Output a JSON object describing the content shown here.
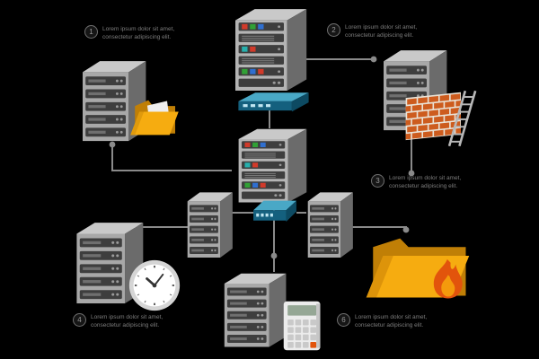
{
  "background": "#000000",
  "callouts": [
    {
      "number": "1",
      "text": "Lorem ipsum dolor sit amet, consectetur adipiscing elit."
    },
    {
      "number": "2",
      "text": "Lorem ipsum dolor sit amet, consectetur adipiscing elit."
    },
    {
      "number": "3",
      "text": "Lorem ipsum dolor sit amet, consectetur adipiscing elit."
    },
    {
      "number": "4",
      "text": "Lorem ipsum dolor sit amet, consectetur adipiscing elit."
    },
    {
      "number": "6",
      "text": "Lorem ipsum dolor sit amet, consectetur adipiscing elit."
    }
  ],
  "icons": [
    "server-tower-top",
    "server-rack-left",
    "yellow-folder",
    "server-rack-right",
    "firewall-bricks-ladder",
    "server-tower-center",
    "network-switch",
    "server-rack-small-left",
    "server-rack-small-right",
    "server-rack-bottom-left",
    "clock",
    "server-rack-bottom-center",
    "calculator",
    "orange-folder-fire"
  ],
  "colors": {
    "rack_body": "#a8a8a8",
    "rack_top": "#c9c9c9",
    "rack_side": "#6b6b6b",
    "slat_dark": "#3e3e3e",
    "switch_top": "#49a8c6",
    "switch_front": "#14607e",
    "switch_side": "#0d4a62",
    "folder_front": "#f6ac10",
    "folder_back": "#c07f06",
    "flame": "#e2540c",
    "flame_inner": "#f49a0c",
    "brick": "#cd5c1e",
    "mortar": "#e9e2d6",
    "led_red": "#d13a2a",
    "led_green": "#31a135",
    "led_blue": "#2f6fd0",
    "led_teal": "#27b0ad",
    "line_gray": "#8a8a8a",
    "text_gray": "#7d7d7d"
  }
}
